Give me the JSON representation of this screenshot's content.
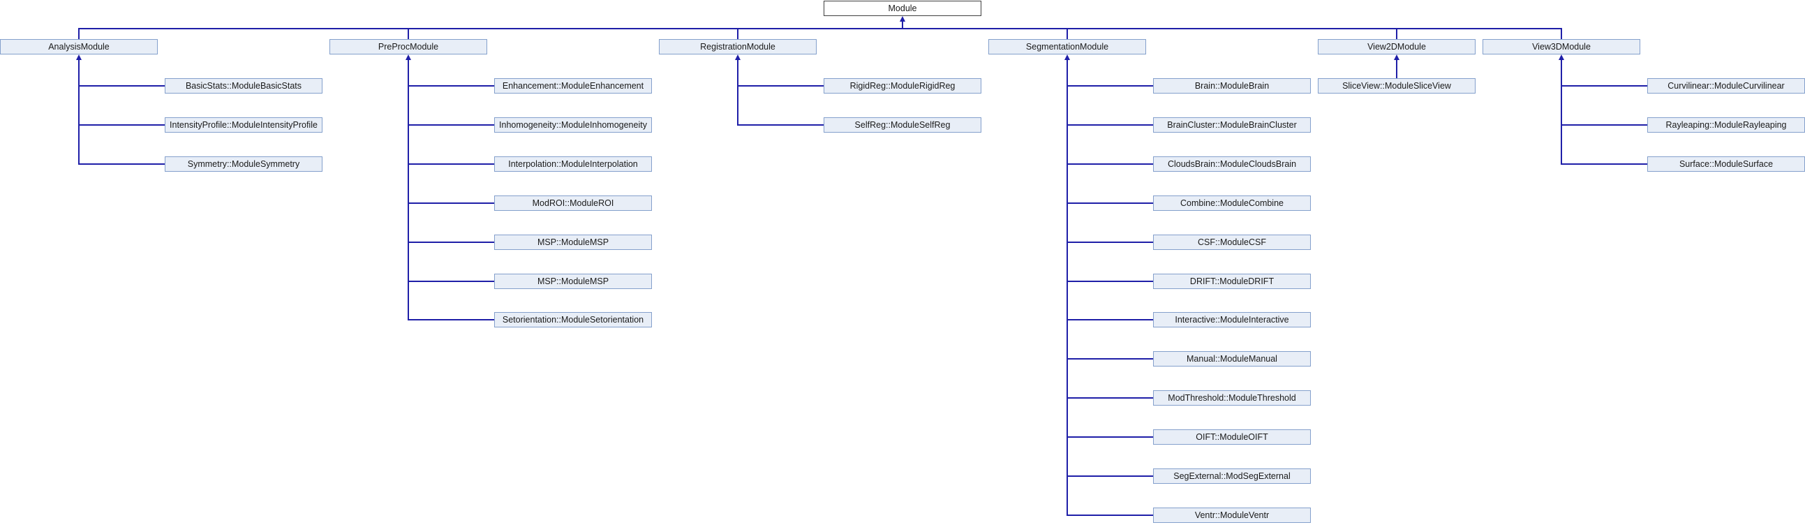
{
  "root": {
    "label": "Module"
  },
  "groups": [
    {
      "label": "AnalysisModule",
      "children": [
        {
          "label": "BasicStats::ModuleBasicStats"
        },
        {
          "label": "IntensityProfile::ModuleIntensityProfile"
        },
        {
          "label": "Symmetry::ModuleSymmetry"
        }
      ]
    },
    {
      "label": "PreProcModule",
      "children": [
        {
          "label": "Enhancement::ModuleEnhancement"
        },
        {
          "label": "Inhomogeneity::ModuleInhomogeneity"
        },
        {
          "label": "Interpolation::ModuleInterpolation"
        },
        {
          "label": "ModROI::ModuleROI"
        },
        {
          "label": "MSP::ModuleMSP"
        },
        {
          "label": "MSP::ModuleMSP"
        },
        {
          "label": "Setorientation::ModuleSetorientation"
        }
      ]
    },
    {
      "label": "RegistrationModule",
      "children": [
        {
          "label": "RigidReg::ModuleRigidReg"
        },
        {
          "label": "SelfReg::ModuleSelfReg"
        }
      ]
    },
    {
      "label": "SegmentationModule",
      "children": [
        {
          "label": "Brain::ModuleBrain"
        },
        {
          "label": "BrainCluster::ModuleBrainCluster"
        },
        {
          "label": "CloudsBrain::ModuleCloudsBrain"
        },
        {
          "label": "Combine::ModuleCombine"
        },
        {
          "label": "CSF::ModuleCSF"
        },
        {
          "label": "DRIFT::ModuleDRIFT"
        },
        {
          "label": "Interactive::ModuleInteractive"
        },
        {
          "label": "Manual::ModuleManual"
        },
        {
          "label": "ModThreshold::ModuleThreshold"
        },
        {
          "label": "OIFT::ModuleOIFT"
        },
        {
          "label": "SegExternal::ModSegExternal"
        },
        {
          "label": "Ventr::ModuleVentr"
        }
      ]
    },
    {
      "label": "View2DModule",
      "children": [
        {
          "label": "SliceView::ModuleSliceView"
        }
      ]
    },
    {
      "label": "View3DModule",
      "children": [
        {
          "label": "Curvilinear::ModuleCurvilinear"
        },
        {
          "label": "Rayleaping::ModuleRayleaping"
        },
        {
          "label": "Surface::ModuleSurface"
        }
      ]
    }
  ],
  "colors": {
    "edge": "#1f1fa8",
    "node_fill": "#e8eef7",
    "node_border": "#84a0cc",
    "root_border": "#404040"
  }
}
